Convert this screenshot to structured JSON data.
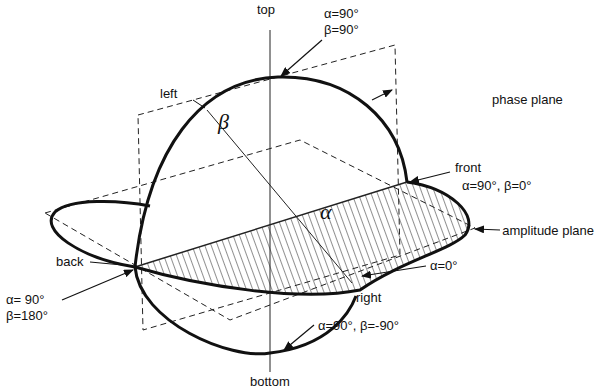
{
  "diagram": {
    "labels": [
      "top",
      "α=90°",
      "β=90°",
      "phase plane",
      "left",
      "β",
      "front",
      "α=90°, β=0°",
      "α",
      "amplitude plane",
      "back",
      "α=0°",
      "right",
      "α= 90°",
      "β=180°",
      "α=90°, β=-90°",
      "bottom"
    ]
  }
}
